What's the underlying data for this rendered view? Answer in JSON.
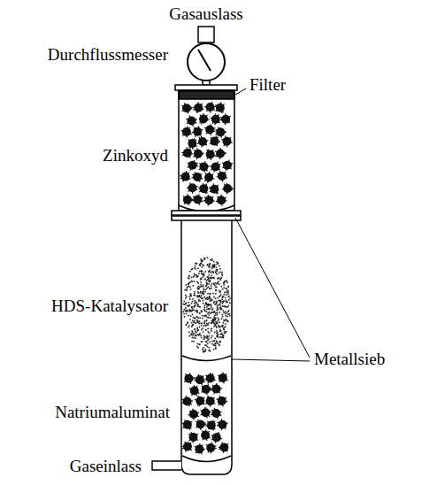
{
  "diagram": {
    "labels": [
      "Gasauslass",
      "Durchflussmesser",
      "Filter",
      "Zinkoxyd",
      "Metallsieb",
      "HDS-Katalysator",
      "Natriumaluminat",
      "Gaseinlass"
    ]
  }
}
